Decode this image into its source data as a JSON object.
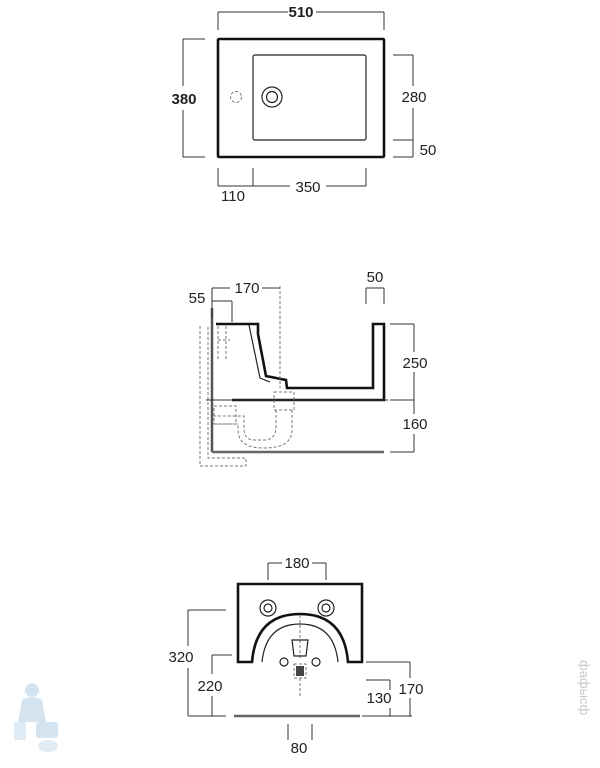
{
  "top_view": {
    "width": "510",
    "depth": "380",
    "bowl_depth": "280",
    "front_rim": "50",
    "side_offset": "110",
    "bowl_width": "350"
  },
  "side_view": {
    "wall_offset": "55",
    "drain_offset": "170",
    "front_rim": "50",
    "height": "250",
    "floor_to_base": "160"
  },
  "front_view": {
    "tap_spacing": "180",
    "overall_height": "320",
    "drain_height": "220",
    "outlet_height": "130",
    "base_height": "170",
    "outlet_width": "80"
  },
  "watermark": {
    "brand_text": "фафыcф",
    "logo": "plumber-mascot-icon"
  }
}
